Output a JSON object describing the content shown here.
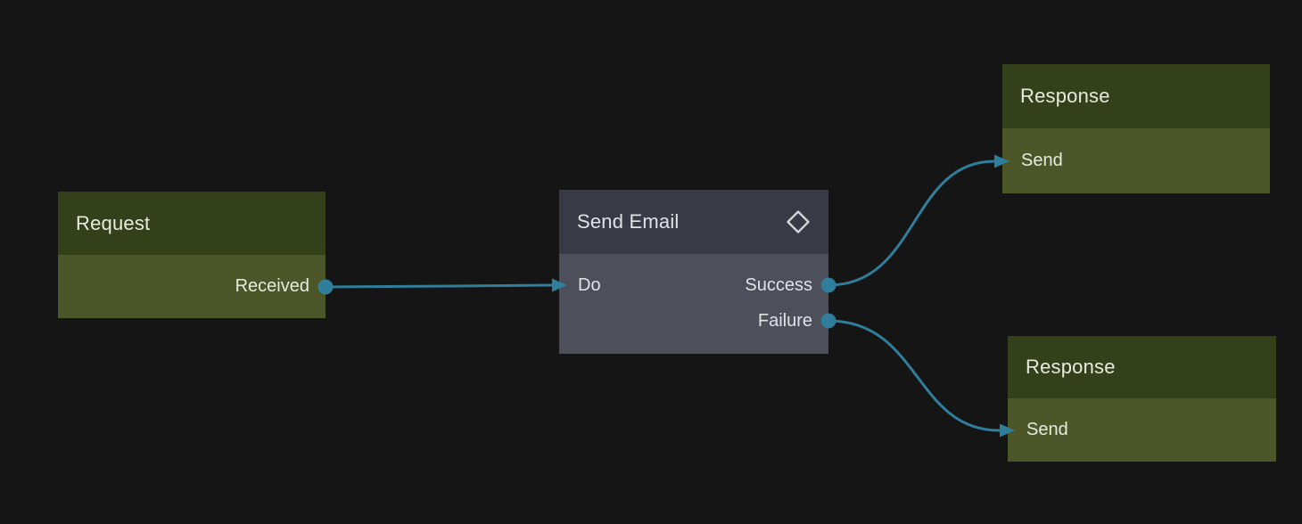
{
  "colors": {
    "canvas_background": "#151515",
    "edge": "#2e7e9c",
    "port": "#2e7e9c",
    "green_node_header": "#344019",
    "green_node_body": "#4c5628",
    "slate_node_header": "#383b46",
    "slate_node_body": "#4d505b",
    "node_text": "#e4e6e2",
    "icon_stroke": "#d5d7db"
  },
  "nodes": {
    "request": {
      "title": "Request",
      "output": "Received"
    },
    "send_email": {
      "title": "Send Email",
      "icon": "diamond-icon",
      "input": "Do",
      "outputs": [
        "Success",
        "Failure"
      ]
    },
    "response_top": {
      "title": "Response",
      "input": "Send"
    },
    "response_bottom": {
      "title": "Response",
      "input": "Send"
    }
  },
  "edges": [
    {
      "from": "Request.Received",
      "to": "Send Email.Do"
    },
    {
      "from": "Send Email.Success",
      "to": "Response (top).Send"
    },
    {
      "from": "Send Email.Failure",
      "to": "Response (bottom).Send"
    }
  ]
}
